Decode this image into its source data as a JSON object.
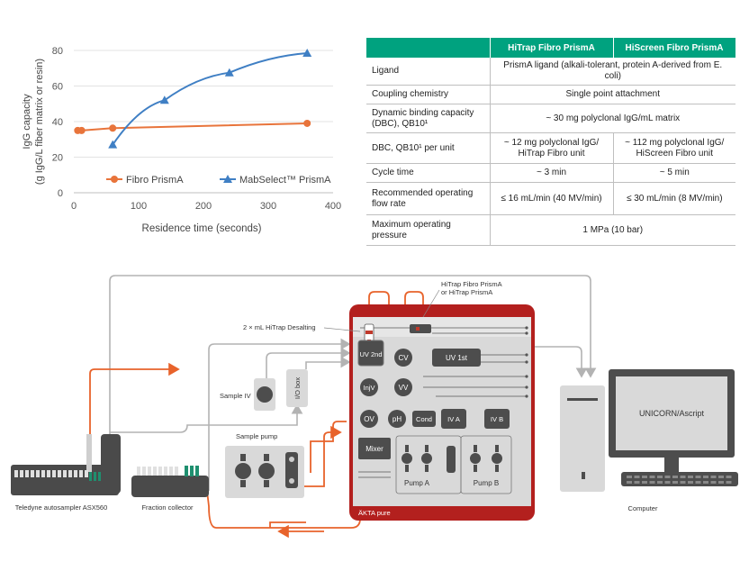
{
  "chart_data": {
    "type": "line",
    "ylabel": "IgG capacity\n(g IgG/L fiber matrix or resin)",
    "xlabel": "Residence time (seconds)",
    "xlim": [
      0,
      400
    ],
    "ylim": [
      0,
      80
    ],
    "xticks": [
      "0",
      "100",
      "200",
      "300",
      "400"
    ],
    "yticks": [
      "0",
      "20",
      "40",
      "60",
      "80"
    ],
    "grid": "horizontal",
    "legend": "bottom-center",
    "series": [
      {
        "name": "Fibro PrismA",
        "color": "#e8743b",
        "marker": "circle",
        "x": [
          6,
          12,
          60,
          360
        ],
        "y": [
          35,
          35,
          36.3,
          39
        ]
      },
      {
        "name": "MabSelect™ PrismA",
        "color": "#3f7fc4",
        "marker": "triangle",
        "x": [
          60,
          140,
          240,
          360
        ],
        "y": [
          27,
          52,
          67.5,
          78.5
        ]
      }
    ]
  },
  "table": {
    "headers": [
      "",
      "HiTrap Fibro PrismA",
      "HiScreen Fibro PrismA"
    ],
    "rows": [
      {
        "label": "Ligand",
        "span": "PrismA ligand (alkali-tolerant, protein A-derived from E. coli)"
      },
      {
        "label": "Coupling chemistry",
        "span": "Single point attachment"
      },
      {
        "label": "Dynamic binding capacity (DBC), QB10¹",
        "span": "~ 30 mg polyclonal IgG/mL matrix"
      },
      {
        "label": "DBC, QB10¹ per unit",
        "col1": "~ 12 mg polyclonal IgG/ HiTrap Fibro unit",
        "col2": "~ 112 mg polyclonal IgG/ HiScreen Fibro unit"
      },
      {
        "label": "Cycle time",
        "col1": "~ 3 min",
        "col2": "~ 5 min"
      },
      {
        "label": "Recommended operating flow rate",
        "col1": "≤ 16 mL/min (40 MV/min)",
        "col2": "≤ 30 mL/min (8 MV/min)"
      },
      {
        "label": "Maximum operating pressure",
        "span": "1 MPa (10 bar)"
      }
    ]
  },
  "diagram": {
    "labels": {
      "autosampler": "Teledyne autosampler ASX560",
      "fraction_collector": "Fraction collector",
      "sample_iv": "Sample IV",
      "io_box": "I/O box",
      "sample_pump": "Sample pump",
      "desalting": "2 × mL HiTrap Desalting",
      "hitrap_fibro": "HiTrap Fibro PrismA\nor HiTrap PrismA",
      "akta": "ÄKTA pure",
      "computer": "Computer",
      "unicorn": "UNICORN/Ascript",
      "uv2": "UV 2nd",
      "uv1": "UV 1st",
      "cv": "CV",
      "injv": "InjV",
      "vv": "VV",
      "ov": "OV",
      "ph": "pH",
      "cond": "Cond",
      "iva": "IV A",
      "ivb": "IV B",
      "mixer": "Mixer",
      "pump_a": "Pump A",
      "pump_b": "Pump B"
    },
    "colors": {
      "flow": "#e8632b",
      "signal": "#b3b3b3",
      "akta_frame": "#b3201e",
      "panel": "#d9d9d9",
      "module": "#4d4d4d"
    }
  }
}
